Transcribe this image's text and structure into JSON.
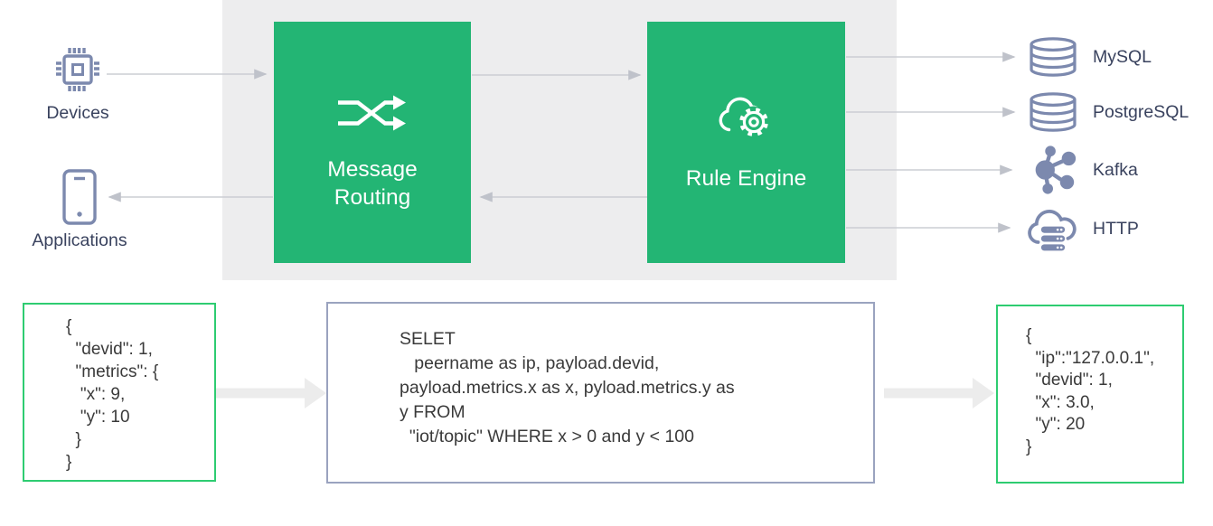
{
  "diagram": {
    "left_endpoints": {
      "devices": {
        "label": "Devices",
        "icon": "chip-icon"
      },
      "applications": {
        "label": "Applications",
        "icon": "smartphone-icon"
      }
    },
    "nodes": {
      "message_routing": {
        "label": "Message\nRouting",
        "icon": "shuffle-icon"
      },
      "rule_engine": {
        "label": "Rule Engine",
        "icon": "cloud-gear-icon"
      }
    },
    "sinks": [
      {
        "label": "MySQL",
        "icon": "database-icon"
      },
      {
        "label": "PostgreSQL",
        "icon": "database-icon"
      },
      {
        "label": "Kafka",
        "icon": "kafka-icon"
      },
      {
        "label": "HTTP",
        "icon": "cloud-server-icon"
      }
    ],
    "code_boxes": {
      "input_message": {
        "code": "{\n  \"devid\": 1,\n  \"metrics\": {\n   \"x\": 9,\n   \"y\": 10\n  }\n}"
      },
      "rule_sql": {
        "code": "SELET\n   peername as ip, payload.devid,\npayload.metrics.x as x, pyload.metrics.y as\ny FROM\n  \"iot/topic\" WHERE x > 0 and y < 100"
      },
      "output_message": {
        "code": "{\n  \"ip\":\"127.0.0.1\",\n  \"devid\": 1,\n  \"x\": 3.0,\n  \"y\": 20\n}"
      }
    },
    "colors": {
      "node_green": "#23b574",
      "code_border_green": "#2ecc71",
      "code_border_blue": "#9aa3bf",
      "panel_gray": "#ededee",
      "icon_blue": "#7c89ae",
      "label_navy": "#39425e",
      "thin_arrow": "#cbcdd3",
      "thick_arrow": "#ececec",
      "code_text": "#3a3a3a"
    }
  }
}
